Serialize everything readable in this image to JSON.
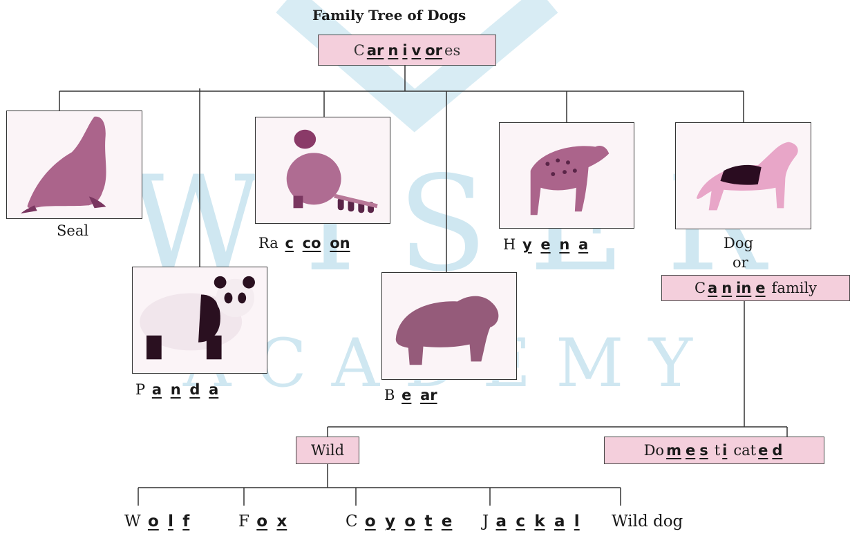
{
  "title": "Family Tree of Dogs",
  "root": {
    "parts": [
      "C",
      "ar",
      "n",
      "i",
      "v",
      "or",
      "es"
    ]
  },
  "animals": {
    "seal": {
      "caption": "Seal"
    },
    "raccoon": {
      "parts": [
        "Ra",
        "c",
        "co",
        "on"
      ]
    },
    "hyena": {
      "parts": [
        "H",
        "y",
        "e",
        "n",
        "a"
      ]
    },
    "dog": {
      "line1": "Dog",
      "line2": "or"
    },
    "panda": {
      "parts": [
        "P",
        "a",
        "n",
        "d",
        "a"
      ]
    },
    "bear": {
      "parts": [
        "B",
        "e",
        "ar"
      ]
    }
  },
  "canine": {
    "parts": [
      "C",
      "a",
      "n",
      "in",
      "e",
      "family"
    ]
  },
  "wild": {
    "label": "Wild"
  },
  "domesticated": {
    "parts": [
      "Do",
      "m",
      "e",
      "s",
      "t",
      "i",
      "cat",
      "e",
      "d"
    ]
  },
  "wild_members": {
    "wolf": {
      "parts": [
        "W",
        "o",
        "l",
        "f"
      ]
    },
    "fox": {
      "parts": [
        "F",
        "o",
        "x"
      ]
    },
    "coyote": {
      "parts": [
        "C",
        "o",
        "y",
        "o",
        "t",
        "e"
      ]
    },
    "jackal": {
      "parts": [
        "J",
        "a",
        "c",
        "k",
        "a",
        "l"
      ]
    },
    "wilddog": {
      "label": "Wild dog"
    }
  },
  "watermark": {
    "line1": "WISER",
    "line2": "ACADEMY"
  },
  "colors": {
    "box_fill": "#f4cfdc",
    "watermark": "#a9d4e6",
    "animal_tint": "#9c4a78"
  }
}
